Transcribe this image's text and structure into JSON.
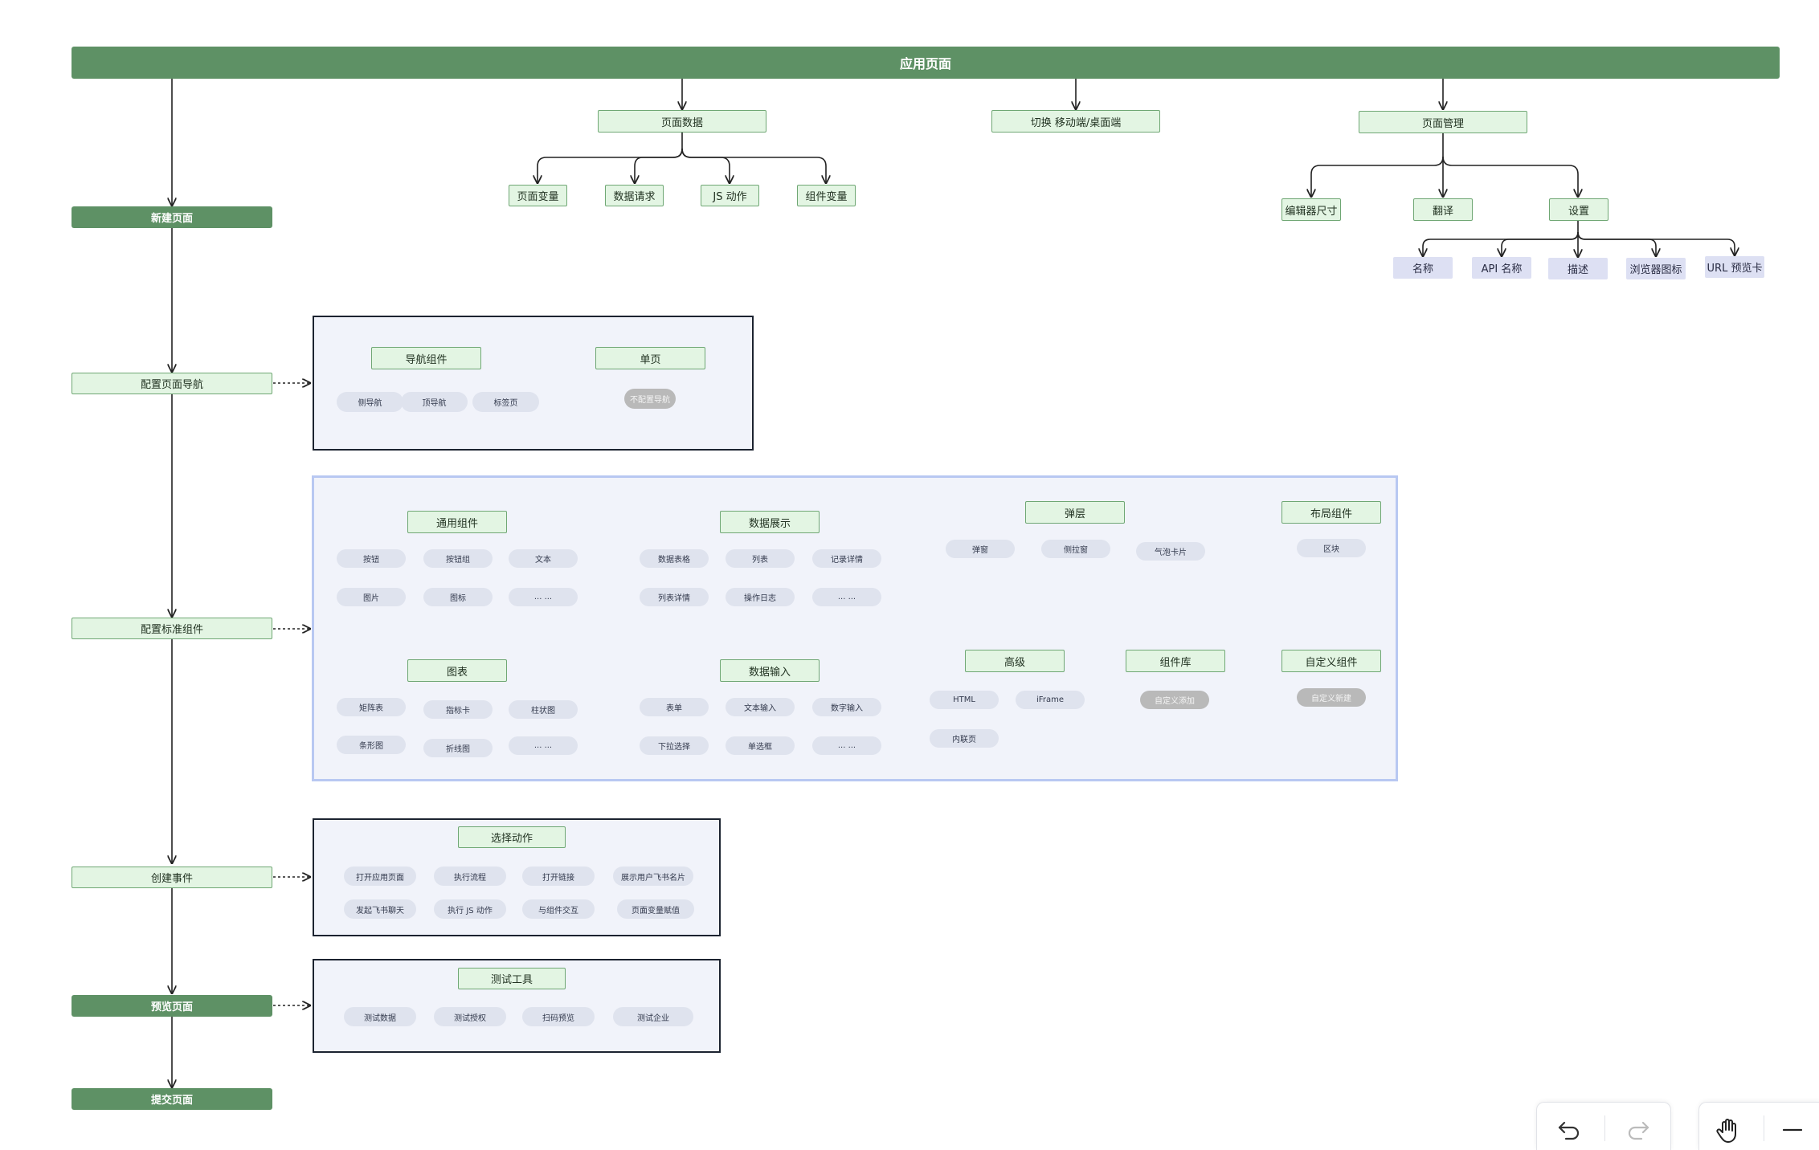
{
  "diagram": {
    "top_bar": "应用页面",
    "page_data": {
      "title": "页面数据",
      "children": [
        "页面变量",
        "数据请求",
        "JS 动作",
        "组件变量"
      ]
    },
    "switch": "切换 移动端/桌面端",
    "page_manage": {
      "title": "页面管理",
      "children": [
        "编辑器尺寸",
        "翻译",
        "设置"
      ],
      "settings_children": [
        "名称",
        "API 名称",
        "描述",
        "浏览器图标",
        "URL 预览卡"
      ]
    },
    "steps": {
      "new_page": "新建页面",
      "nav": "配置页面导航",
      "components": "配置标准组件",
      "events": "创建事件",
      "preview": "预览页面",
      "submit": "提交页面"
    },
    "nav_panel": {
      "nav_components": "导航组件",
      "nav_items": [
        "侧导航",
        "顶导航",
        "标签页"
      ],
      "single_page": "单页",
      "no_nav": "不配置导航"
    },
    "component_panel": {
      "general": {
        "title": "通用组件",
        "items": [
          "按钮",
          "按钮组",
          "文本",
          "图片",
          "图标",
          "... ..."
        ]
      },
      "display": {
        "title": "数据展示",
        "items": [
          "数据表格",
          "列表",
          "记录详情",
          "列表详情",
          "操作日志",
          "... ..."
        ]
      },
      "popup": {
        "title": "弹层",
        "items": [
          "弹窗",
          "侧拉窗",
          "气泡卡片"
        ]
      },
      "layout": {
        "title": "布局组件",
        "items": [
          "区块"
        ]
      },
      "chart": {
        "title": "图表",
        "items": [
          "矩阵表",
          "指标卡",
          "柱状图",
          "条形图",
          "折线图",
          "... ..."
        ]
      },
      "input": {
        "title": "数据输入",
        "items": [
          "表单",
          "文本输入",
          "数字输入",
          "下拉选择",
          "单选框",
          "... ..."
        ]
      },
      "advanced": {
        "title": "高级",
        "items": [
          "HTML",
          "iFrame",
          "内联页"
        ]
      },
      "library": {
        "title": "组件库",
        "items": [
          "自定义添加"
        ]
      },
      "custom": {
        "title": "自定义组件",
        "items": [
          "自定义新建"
        ]
      }
    },
    "actions_panel": {
      "title": "选择动作",
      "items": [
        "打开应用页面",
        "执行流程",
        "打开链接",
        "展示用户飞书名片",
        "发起飞书聊天",
        "执行 JS 动作",
        "与组件交互",
        "页面变量赋值"
      ]
    },
    "test_panel": {
      "title": "测试工具",
      "items": [
        "测试数据",
        "测试授权",
        "扫码预览",
        "测试企业"
      ]
    }
  },
  "toolbar": {
    "icons": [
      "undo-icon",
      "redo-icon",
      "hand-icon",
      "zoom-out-icon"
    ]
  },
  "colors": {
    "dark_node": "#5e9165",
    "light_node_fill": "#e3f5e3",
    "light_node_border": "#6fa774",
    "lavender_node": "#dde0f3",
    "pill": "#dfe3ee",
    "pill_disabled": "#b9b9b9",
    "panel_fill": "#f1f3fa",
    "panel_blue_border": "#b8c8f2"
  }
}
